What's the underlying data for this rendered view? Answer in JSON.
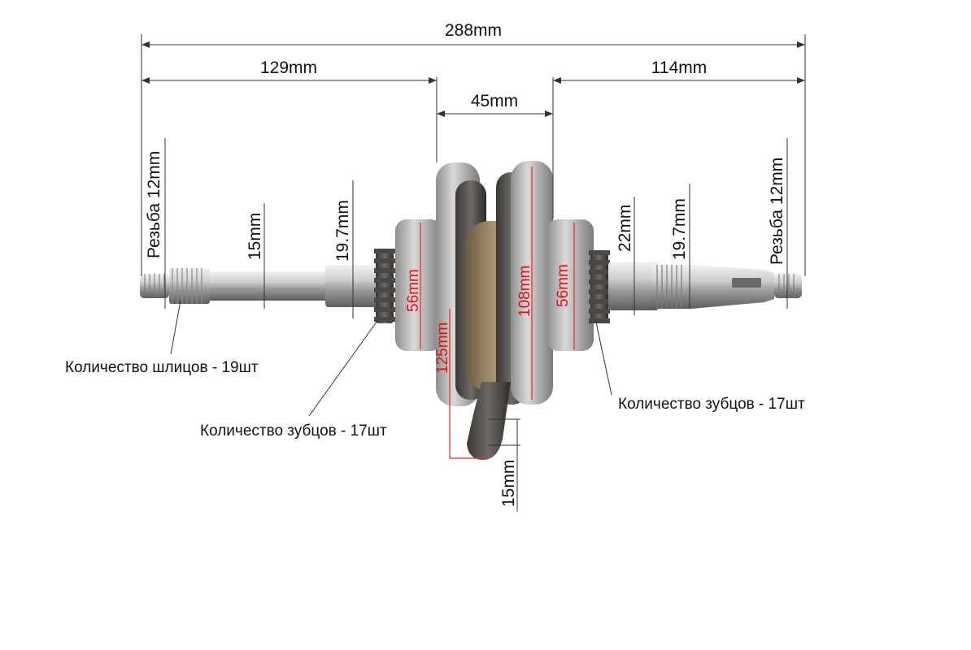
{
  "dimensions": {
    "overall_length": "288mm",
    "left_shaft_length": "129mm",
    "flywheel_width": "45mm",
    "right_shaft_length": "114mm",
    "left_thread": "Резьба 12mm",
    "right_thread": "Резьба 12mm",
    "left_shaft_dia": "15mm",
    "left_gear_dia": "19.7mm",
    "right_bearing_dia": "22mm",
    "right_gear_dia": "19.7mm",
    "left_bearing_outer": "56mm",
    "right_bearing_outer": "56mm",
    "crank_web_small": "108mm",
    "crank_web_large": "125mm",
    "rod_small_end": "15mm"
  },
  "labels": {
    "splines_count": "Количество шлицов - 19шт",
    "left_teeth_count": "Количество зубцов - 17шт",
    "right_teeth_count": "Количество зубцов - 17шт"
  },
  "colors": {
    "dimension_line": "#333333",
    "red_dimension": "#e01010",
    "metal_light": "#d8d8d8",
    "metal_dark": "#5a5550",
    "background": "#ffffff"
  }
}
